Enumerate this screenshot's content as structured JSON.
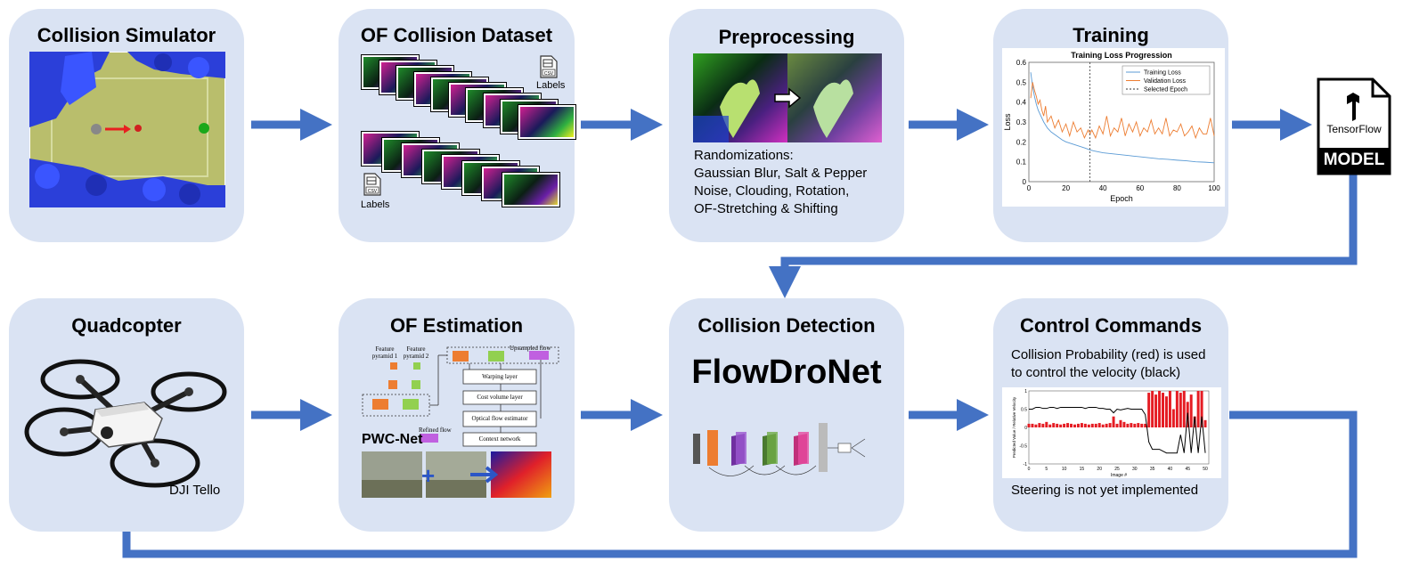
{
  "panels": {
    "collision_simulator": {
      "title": "Collision Simulator"
    },
    "of_dataset": {
      "title": "OF Collision Dataset",
      "labels_text": "Labels",
      "csv_text": "CSV"
    },
    "preprocessing": {
      "title": "Preprocessing",
      "randomizations": [
        "Randomizations:",
        "Gaussian Blur, Salt & Pepper",
        "Noise, Clouding, Rotation,",
        "OF-Stretching & Shifting"
      ]
    },
    "training": {
      "title": "Training"
    },
    "quadcopter": {
      "title": "Quadcopter",
      "caption": "DJI Tello"
    },
    "of_estimation": {
      "title": "OF Estimation",
      "net_name": "PWC-Net",
      "diagram_labels": {
        "feature_pyramid_1": "Feature pyramid 1",
        "feature_pyramid_2": "Feature pyramid 2",
        "upsampled_flow": "Upsampled flow",
        "warping_layer": "Warping layer",
        "cost_volume_layer": "Cost volume layer",
        "optical_flow_estimator": "Optical flow estimator",
        "context_network": "Context network",
        "refined_flow": "Refined flow"
      }
    },
    "collision_detection": {
      "title": "Collision Detection",
      "net_name": "FlowDroNet"
    },
    "control_commands": {
      "title": "Control Commands",
      "line1": "Collision Probability (red) is used",
      "line2": "to control the velocity (black)",
      "footer": "Steering is not yet implemented"
    }
  },
  "model_icon": {
    "brand": "TensorFlow",
    "label": "MODEL"
  },
  "colors": {
    "panel": "#dae3f3",
    "arrow": "#4472c4",
    "training_loss": "#5b9bd5",
    "validation_loss": "#ed7d31",
    "prob_bar": "#e51c23"
  },
  "chart_data": [
    {
      "type": "line",
      "title": "Training Loss Progression",
      "xlabel": "Epoch",
      "ylabel": "Loss",
      "xlim": [
        0,
        100
      ],
      "ylim": [
        0,
        0.6
      ],
      "xticks": [
        0,
        20,
        40,
        60,
        80,
        100
      ],
      "yticks": [
        0,
        0.1,
        0.2,
        0.3,
        0.4,
        0.5,
        0.6
      ],
      "legend_position": "top-right",
      "selected_epoch": 33,
      "series": [
        {
          "name": "Training Loss",
          "color": "#5b9bd5",
          "x": [
            1,
            2,
            3,
            4,
            5,
            6,
            8,
            10,
            12,
            15,
            18,
            20,
            25,
            30,
            33,
            35,
            40,
            45,
            50,
            55,
            60,
            65,
            70,
            75,
            80,
            85,
            90,
            95,
            100
          ],
          "y": [
            0.55,
            0.48,
            0.43,
            0.39,
            0.36,
            0.34,
            0.3,
            0.27,
            0.25,
            0.23,
            0.21,
            0.2,
            0.185,
            0.17,
            0.16,
            0.155,
            0.145,
            0.14,
            0.135,
            0.13,
            0.125,
            0.12,
            0.115,
            0.112,
            0.108,
            0.105,
            0.1,
            0.098,
            0.095
          ]
        },
        {
          "name": "Validation Loss",
          "color": "#ed7d31",
          "x": [
            1,
            2,
            3,
            4,
            5,
            6,
            7,
            8,
            9,
            10,
            12,
            14,
            16,
            18,
            20,
            22,
            24,
            26,
            28,
            30,
            32,
            33,
            34,
            36,
            38,
            40,
            42,
            44,
            46,
            48,
            50,
            52,
            54,
            56,
            58,
            60,
            62,
            64,
            66,
            68,
            70,
            72,
            74,
            76,
            78,
            80,
            82,
            84,
            86,
            88,
            90,
            92,
            94,
            96,
            98,
            100
          ],
          "y": [
            0.42,
            0.5,
            0.46,
            0.43,
            0.39,
            0.41,
            0.36,
            0.33,
            0.38,
            0.3,
            0.33,
            0.27,
            0.31,
            0.25,
            0.29,
            0.23,
            0.3,
            0.25,
            0.27,
            0.22,
            0.26,
            0.24,
            0.26,
            0.22,
            0.28,
            0.24,
            0.33,
            0.23,
            0.27,
            0.25,
            0.32,
            0.23,
            0.29,
            0.25,
            0.3,
            0.23,
            0.27,
            0.25,
            0.31,
            0.24,
            0.27,
            0.24,
            0.32,
            0.23,
            0.26,
            0.25,
            0.29,
            0.23,
            0.25,
            0.28,
            0.22,
            0.27,
            0.24,
            0.24,
            0.32,
            0.23
          ]
        },
        {
          "name": "Selected Epoch",
          "type": "vline",
          "x": 33
        }
      ]
    },
    {
      "type": "bar",
      "xlabel": "Image #",
      "ylabel": "Predicted Value / Relative Velocity",
      "xlim": [
        0,
        51
      ],
      "ylim": [
        -1,
        1
      ],
      "xticks": [
        0,
        5,
        10,
        15,
        20,
        25,
        30,
        35,
        40,
        45,
        50
      ],
      "yticks": [
        -1,
        -0.5,
        0,
        0.5,
        1
      ],
      "series": [
        {
          "name": "Collision Probability",
          "color": "#e51c23",
          "type": "bar",
          "values": [
            0.1,
            0.1,
            0.08,
            0.12,
            0.1,
            0.15,
            0.08,
            0.12,
            0.1,
            0.08,
            0.1,
            0.12,
            0.1,
            0.08,
            0.1,
            0.12,
            0.1,
            0.08,
            0.1,
            0.1,
            0.12,
            0.08,
            0.1,
            0.12,
            0.3,
            0.1,
            0.2,
            0.15,
            0.1,
            0.12,
            0.1,
            0.12,
            0.1,
            0.1,
            0.95,
            1.0,
            0.9,
            1.0,
            0.95,
            0.85,
            1.0,
            0.5,
            1.0,
            0.95,
            1.0,
            0.7,
            0.9,
            0.3,
            1.0,
            1.0,
            0.2
          ]
        },
        {
          "name": "Velocity",
          "color": "#000000",
          "type": "line",
          "values": [
            0.5,
            0.5,
            0.55,
            0.55,
            0.52,
            0.52,
            0.55,
            0.55,
            0.52,
            0.55,
            0.55,
            0.55,
            0.55,
            0.55,
            0.55,
            0.55,
            0.52,
            0.55,
            0.55,
            0.55,
            0.52,
            0.52,
            0.5,
            0.5,
            0.4,
            0.5,
            0.48,
            0.5,
            0.52,
            0.5,
            0.5,
            0.5,
            0.5,
            0.35,
            -0.4,
            -0.6,
            -0.6,
            -0.6,
            -0.65,
            -0.7,
            -0.7,
            -0.7,
            -0.7,
            -0.2,
            -0.7,
            0.4,
            -0.7,
            0.3,
            -0.7,
            0.3,
            -0.7
          ]
        }
      ]
    }
  ]
}
